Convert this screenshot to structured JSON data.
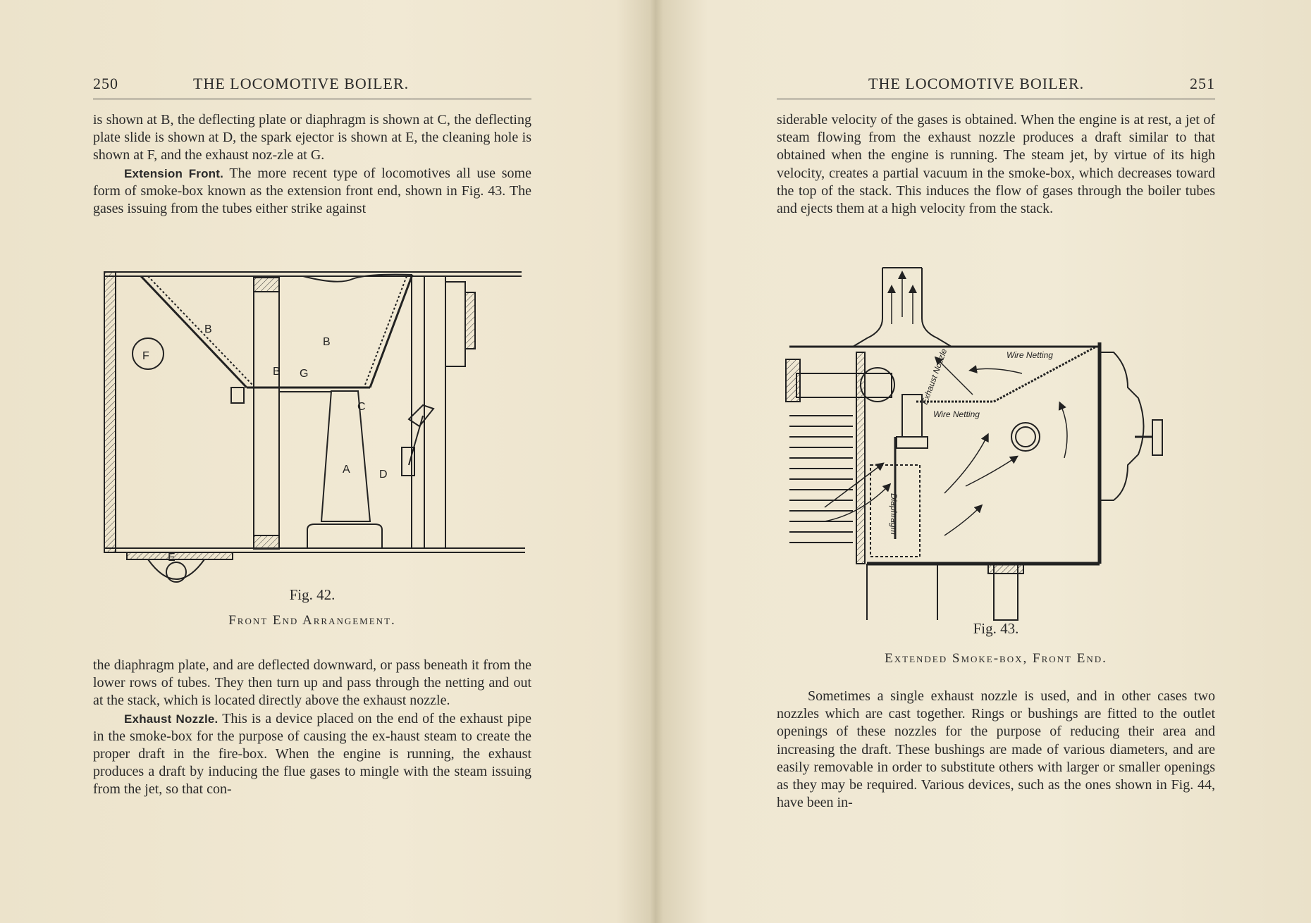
{
  "left_page": {
    "page_number": "250",
    "header": "THE LOCOMOTIVE BOILER.",
    "para1": "is shown at B, the deflecting plate or diaphragm is shown at C, the deflecting plate slide is shown at D, the spark ejector is shown at E, the cleaning hole is shown at F, and the exhaust noz-zle at G.",
    "heading1": "Extension Front.",
    "para2": "The more recent type of locomotives all use some form of smoke-box known as the extension front end, shown in Fig. 43. The gases issuing from the tubes either strike against",
    "figure": {
      "number": "Fig. 42.",
      "title": "Front End Arrangement.",
      "labels": {
        "A": "A",
        "B1": "B",
        "B2": "B",
        "B3": "B",
        "C": "C",
        "D": "D",
        "E": "E",
        "F": "F",
        "G": "G"
      }
    },
    "para3": "the diaphragm plate, and are deflected downward, or pass beneath it from the lower rows of tubes. They then turn up and pass through the netting and out at the stack, which is located directly above the exhaust nozzle.",
    "heading2": "Exhaust Nozzle.",
    "para4": "This is a device placed on the end of the exhaust pipe in the smoke-box for the purpose of causing the ex-haust steam to create the proper draft in the fire-box. When the engine is running, the exhaust produces a draft by inducing the flue gases to mingle with the steam issuing from the jet, so that con-"
  },
  "right_page": {
    "page_number": "251",
    "header": "THE LOCOMOTIVE BOILER.",
    "para1": "siderable velocity of the gases is obtained. When the engine is at rest, a jet of steam flowing from the exhaust nozzle produces a draft similar to that obtained when the engine is running. The steam jet, by virtue of its high velocity, creates a partial vacuum in the smoke-box, which decreases toward the top of the stack. This induces the flow of gases through the boiler tubes and ejects them at a high velocity from the stack.",
    "figure": {
      "number": "Fig. 43.",
      "title": "Extended Smoke-box, Front End.",
      "labels": {
        "wire_netting_1": "Wire Netting",
        "wire_netting_2": "Wire Netting",
        "exhaust_nozzle": "Exhaust Nozzle",
        "diaphragm": "Diaphragm"
      }
    },
    "para2": "Sometimes a single exhaust nozzle is used, and in other cases two nozzles which are cast together. Rings or bushings are fitted to the outlet openings of these nozzles for the purpose of reducing their area and increasing the draft. These bushings are made of various diameters, and are easily removable in order to substitute others with larger or smaller openings as they may be required. Various devices, such as the ones shown in Fig. 44, have been in-"
  }
}
